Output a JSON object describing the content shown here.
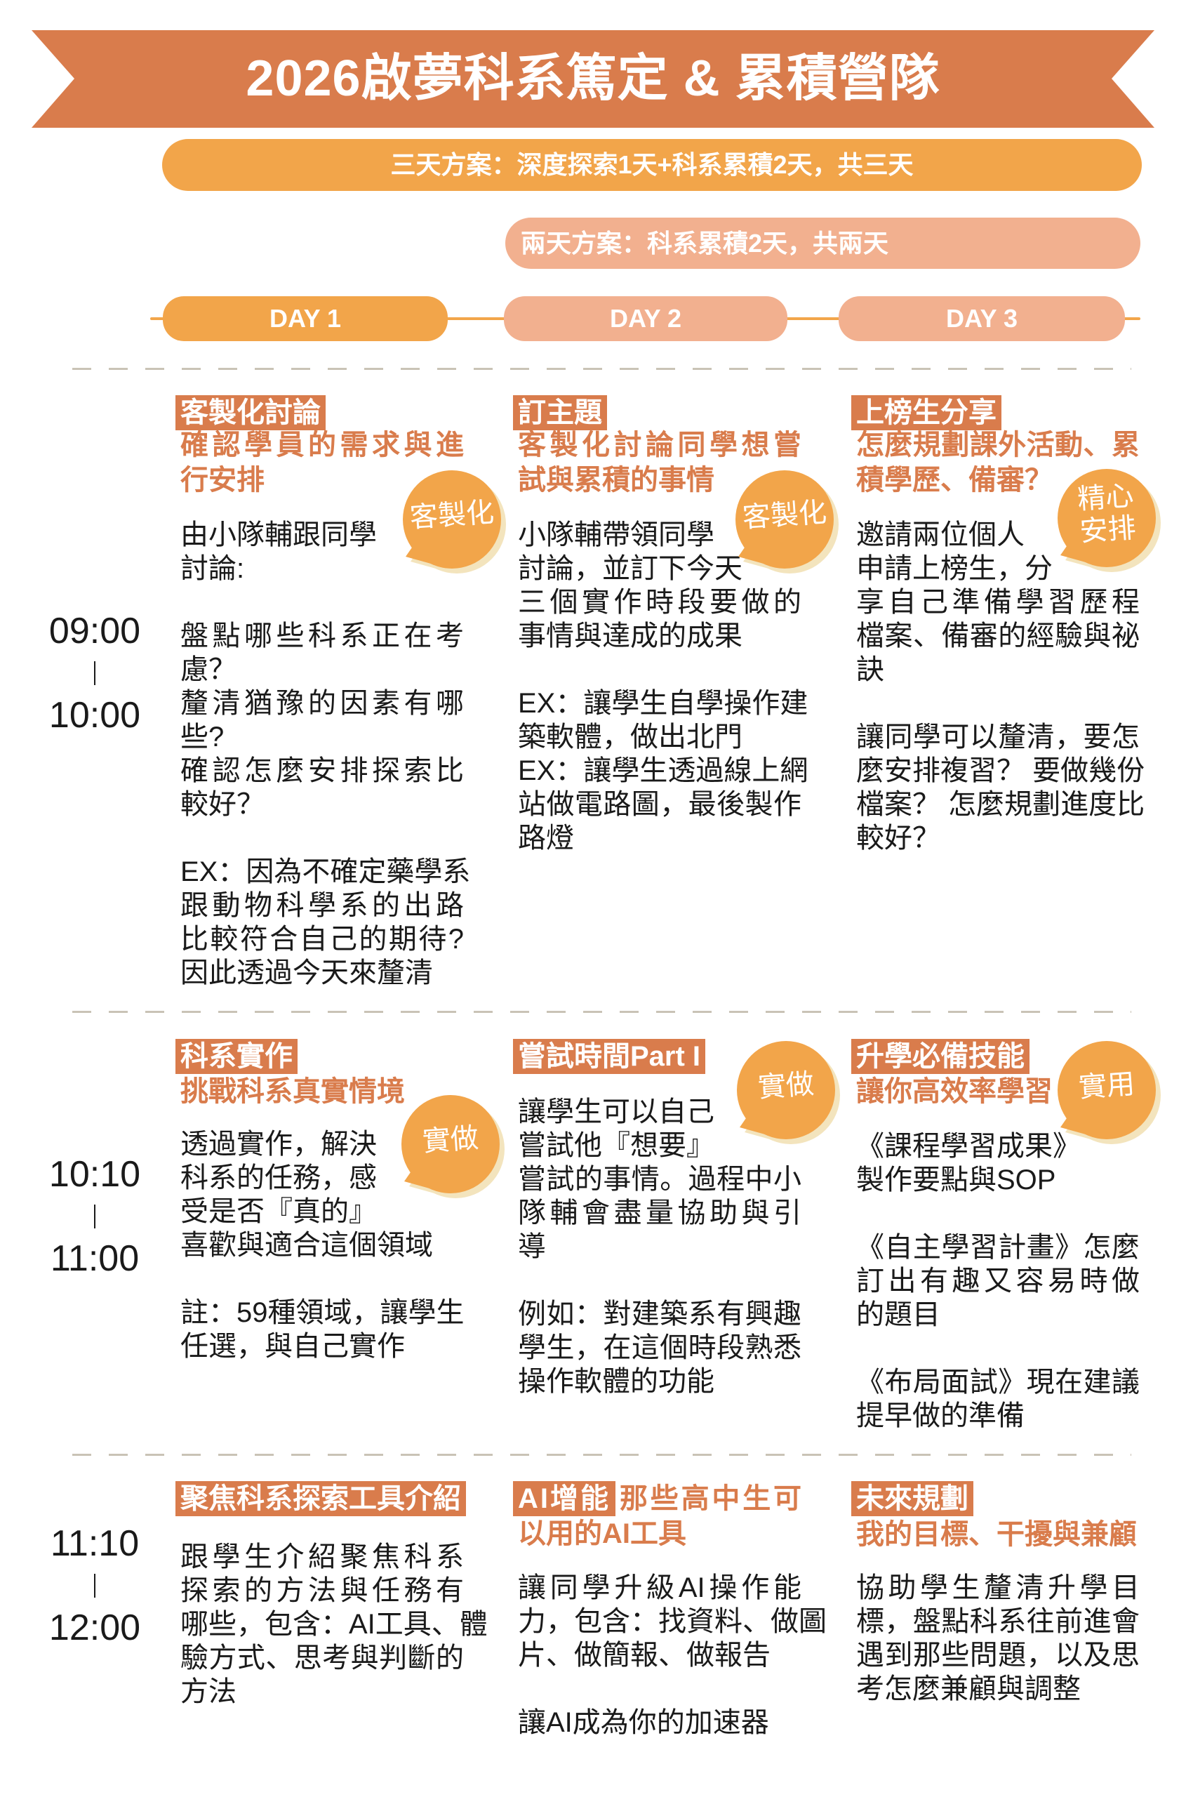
{
  "header": {
    "title": "2026啟夢科系篤定 & 累積營隊"
  },
  "plans": {
    "three_day": "三天方案：深度探索1天+科系累積2天，共三天",
    "two_day": "兩天方案：科系累積2天，共兩天"
  },
  "days": [
    "DAY 1",
    "DAY 2",
    "DAY 3"
  ],
  "colors": {
    "banner": "#D97C4C",
    "primary": "#F2A54A",
    "secondary": "#F2B08F",
    "heading": "#D97C4C",
    "tag": "#D97C4C",
    "text": "#1A1A1A",
    "bubble": "#F2A54A",
    "bubble_shadow": "#F3E4BD",
    "separator": "#C9C3B6"
  },
  "sessions": [
    {
      "time_start": "09:00",
      "time_end": "10:00",
      "columns": [
        {
          "tag": "客製化討論",
          "heading": [
            "確認學員的需求與進",
            "行安排"
          ],
          "body": [
            [
              "由小隊輔跟同學",
              "討論:"
            ],
            [
              "盤點哪些科系正在考",
              "慮？",
              "釐清猶豫的因素有哪",
              "些?",
              "確認怎麼安排探索比",
              "較好？"
            ],
            [
              "EX：因為不確定藥學系",
              "跟動物科學系的出路",
              "比較符合自己的期待?",
              "因此透過今天來釐清"
            ]
          ],
          "bubble": [
            "客製化"
          ]
        },
        {
          "tag": "訂主題",
          "heading": [
            "客製化討論同學想嘗",
            "試與累積的事情"
          ],
          "body": [
            [
              "小隊輔帶領同學",
              "討論，並訂下今天",
              "三個實作時段要做的",
              "事情與達成的成果"
            ],
            [
              "EX：讓學生自學操作建",
              "築軟體，做出北門",
              "EX：讓學生透過線上網",
              "站做電路圖，最後製作",
              "路燈"
            ]
          ],
          "bubble": [
            "客製化"
          ]
        },
        {
          "tag": "上榜生分享",
          "heading": [
            "怎麼規劃課外活動、累",
            "積學歷、備審？"
          ],
          "body": [
            [
              "邀請兩位個人",
              "申請上榜生，分",
              "享自己準備學習歷程",
              "檔案、備審的經驗與祕",
              "訣"
            ],
            [
              "讓同學可以釐清，要怎",
              "麼安排複習？ 要做幾份",
              "檔案？ 怎麼規劃進度比",
              "較好？"
            ]
          ],
          "bubble": [
            "精心",
            "安排"
          ]
        }
      ]
    },
    {
      "time_start": "10:10",
      "time_end": "11:00",
      "columns": [
        {
          "tag": "科系實作",
          "heading": [
            "挑戰科系真實情境"
          ],
          "body": [
            [
              "透過實作，解決",
              "科系的任務，感",
              "受是否『真的』",
              "喜歡與適合這個領域"
            ],
            [
              "註：59種領域，讓學生",
              "任選，與自己實作"
            ]
          ],
          "bubble": [
            "實做"
          ]
        },
        {
          "tag": "嘗試時間Part I",
          "heading": [],
          "body": [
            [
              "讓學生可以自己",
              "嘗試他『想要』",
              "嘗試的事情。過程中小",
              "隊輔會盡量協助與引",
              "導"
            ],
            [
              "例如：對建築系有興趣",
              "學生，在這個時段熟悉",
              "操作軟體的功能"
            ]
          ],
          "bubble": [
            "實做"
          ]
        },
        {
          "tag": "升學必備技能",
          "heading": [
            "讓你高效率學習"
          ],
          "body": [
            [
              "《課程學習成果》",
              "製作要點與SOP"
            ],
            [
              "《自主學習計畫》怎麼",
              "訂出有趣又容易時做",
              "的題目"
            ],
            [
              "《布局面試》現在建議",
              "提早做的準備"
            ]
          ],
          "bubble": [
            "實用"
          ]
        }
      ]
    },
    {
      "time_start": "11:10",
      "time_end": "12:00",
      "columns": [
        {
          "tag": "聚焦科系探索工具介紹",
          "heading": [],
          "body": [
            [
              "跟學生介紹聚焦科系",
              "探索的方法與任務有",
              "哪些，包含：AI工具、體",
              "驗方式、思考與判斷的",
              "方法"
            ]
          ]
        },
        {
          "tag": "AI增能",
          "heading": [
            "那些高中生可",
            "以用的AI工具"
          ],
          "body": [
            [
              "讓同學升級AI操作能",
              "力，包含：找資料、做圖",
              "片、做簡報、做報告"
            ],
            [
              "讓AI成為你的加速器"
            ]
          ]
        },
        {
          "tag": "未來規劃",
          "heading": [
            "我的目標、干擾與兼顧"
          ],
          "body": [
            [
              "協助學生釐清升學目",
              "標，盤點科系往前進會",
              "遇到那些問題，以及思",
              "考怎麼兼顧與調整"
            ]
          ]
        }
      ]
    }
  ]
}
